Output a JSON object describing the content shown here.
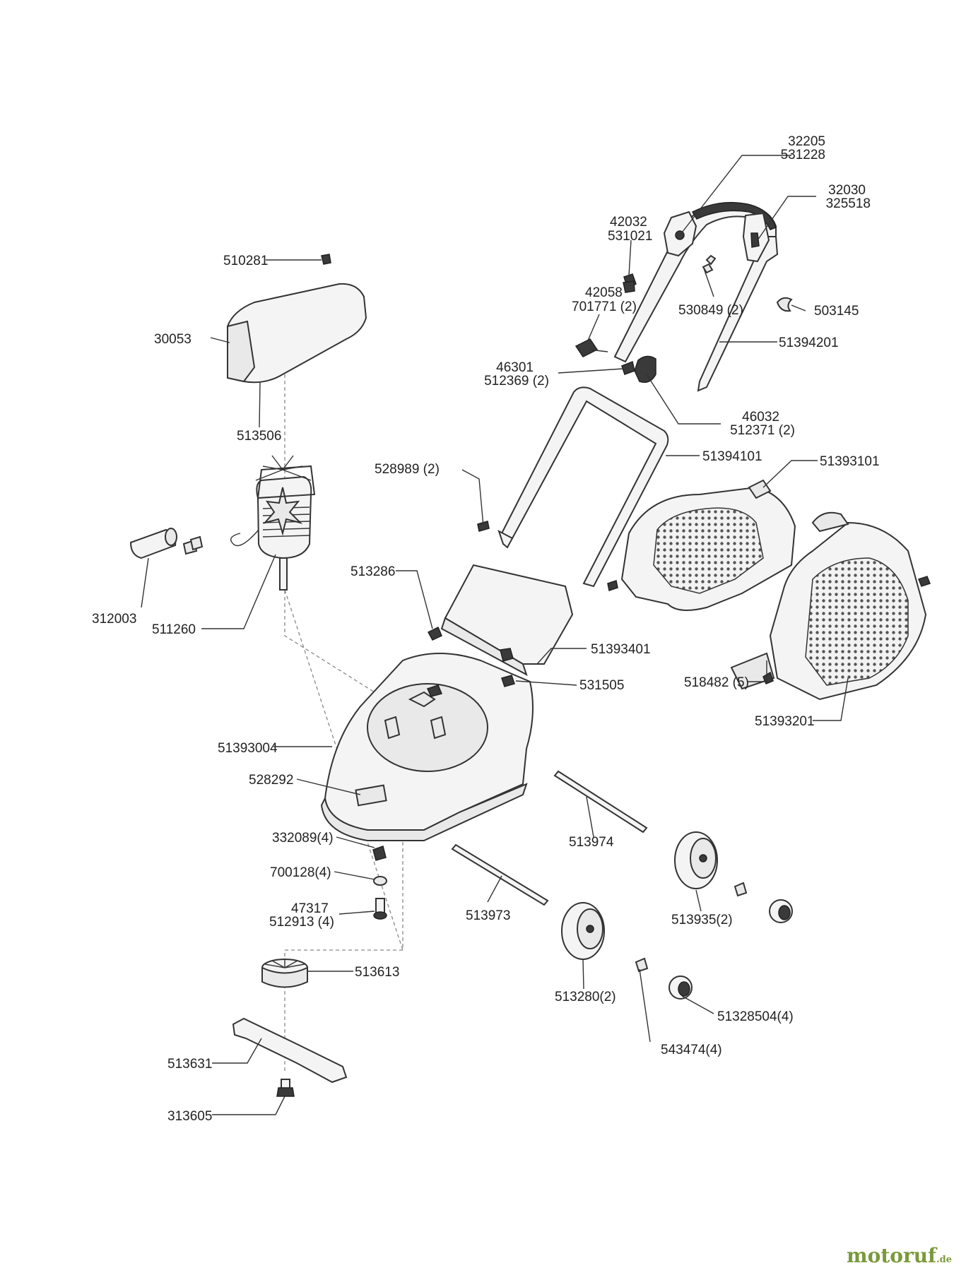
{
  "labels": {
    "l_32205": "32205",
    "l_531228": "531228",
    "l_32030": "32030",
    "l_325518": "325518",
    "l_42032": "42032",
    "l_531021": "531021",
    "l_42058": "42058",
    "l_701771": "701771 (2)",
    "l_530849": "530849 (2)",
    "l_503145": "503145",
    "l_51394201": "51394201",
    "l_46301": "46301",
    "l_512369": "512369 (2)",
    "l_46032": "46032",
    "l_512371": "512371 (2)",
    "l_510281": "510281",
    "l_30053": "30053",
    "l_513506": "513506",
    "l_528989": "528989 (2)",
    "l_51394101": "51394101",
    "l_51393101": "51393101",
    "l_312003": "312003",
    "l_511260": "511260",
    "l_513286": "513286",
    "l_51393401": "51393401",
    "l_531505": "531505",
    "l_518482": "518482 (5)",
    "l_51393201": "51393201",
    "l_51393004": "51393004",
    "l_528292": "528292",
    "l_332089": "332089(4)",
    "l_700128": "700128(4)",
    "l_47317": "47317",
    "l_512913": "512913 (4)",
    "l_513974": "513974",
    "l_513973": "513973",
    "l_513935": "513935(2)",
    "l_513613": "513613",
    "l_513280": "513280(2)",
    "l_51328504": "51328504(4)",
    "l_543474": "543474(4)",
    "l_513631": "513631",
    "l_313605": "313605"
  },
  "watermark": {
    "brand": "motoruf",
    "suffix": ".de"
  },
  "colors": {
    "line": "#333333",
    "brand": "#7a9a3a"
  }
}
